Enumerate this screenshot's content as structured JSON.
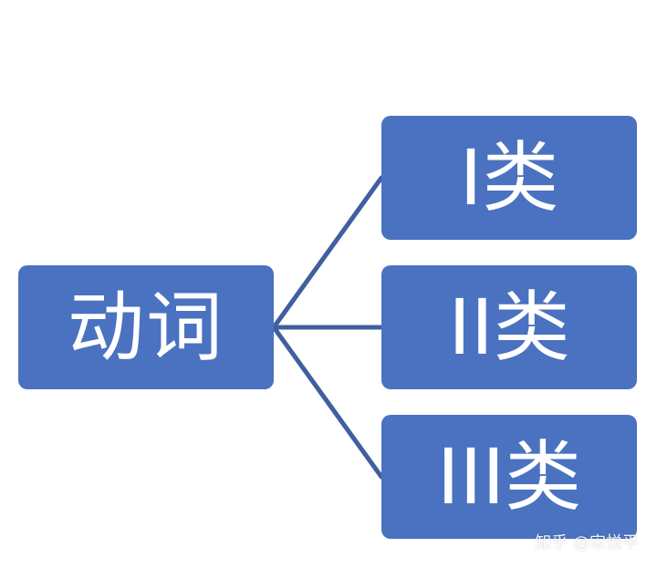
{
  "diagram": {
    "root": {
      "label": "动词"
    },
    "children": [
      {
        "label": "I类"
      },
      {
        "label": "II类"
      },
      {
        "label": "III类"
      }
    ]
  },
  "watermark": {
    "text": "知乎 @宋悦平"
  },
  "colors": {
    "node_fill": "#4a72c0",
    "node_text": "#ffffff",
    "connector": "#3f5f9f"
  }
}
